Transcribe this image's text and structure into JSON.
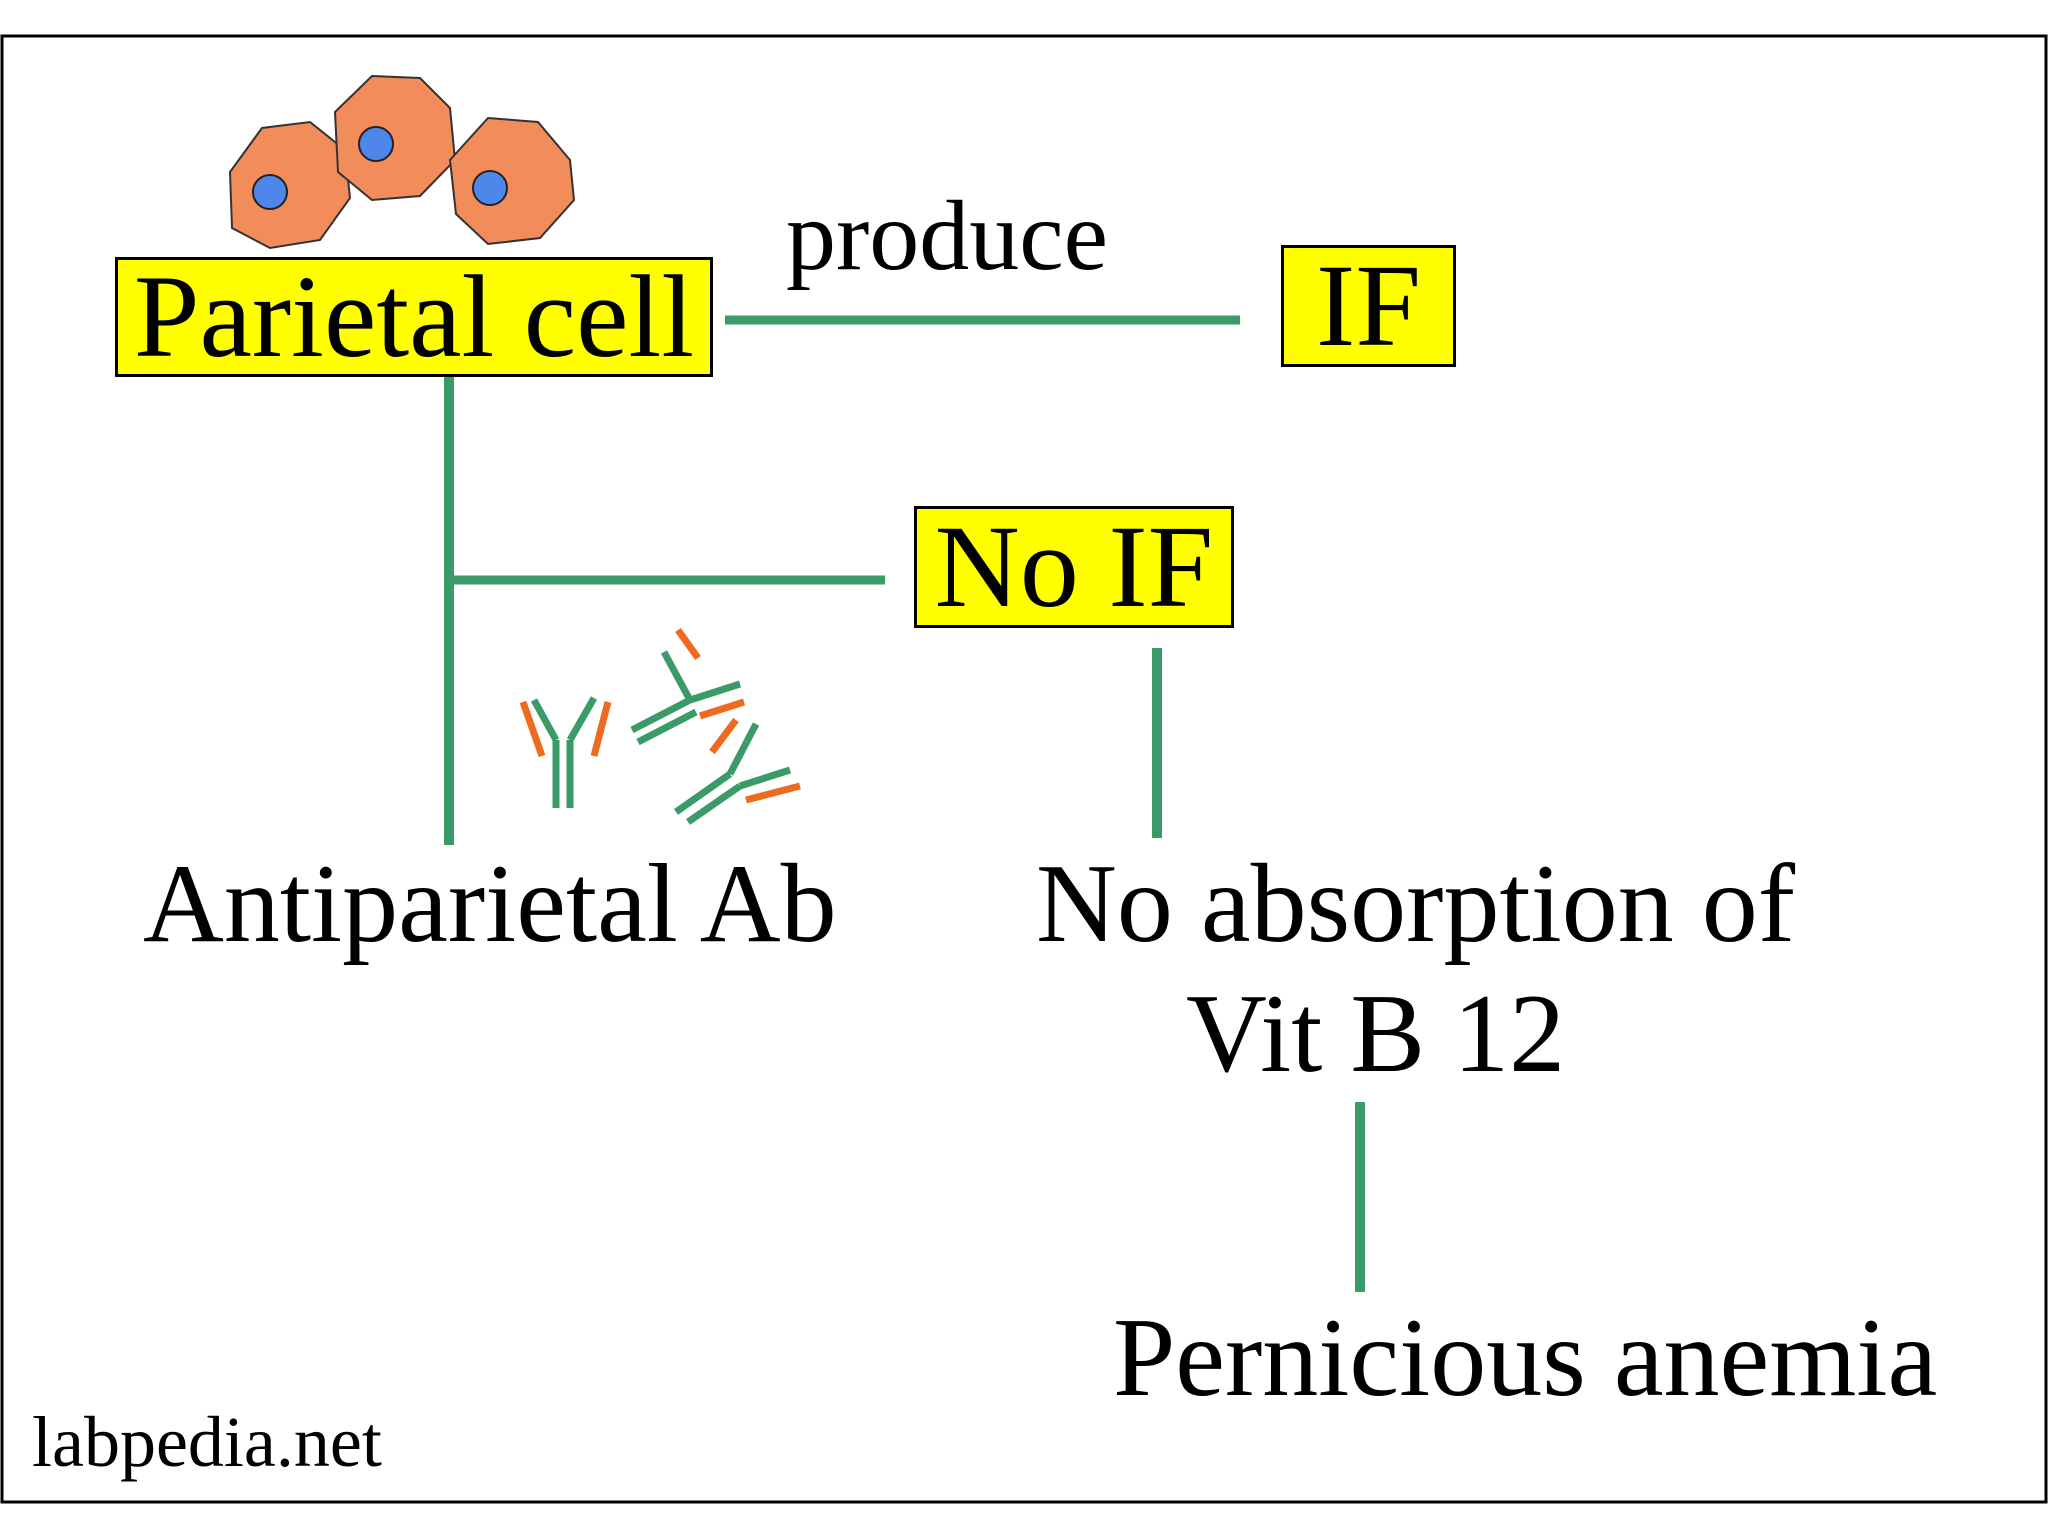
{
  "nodes": {
    "parietal_cell": "Parietal cell",
    "if": "IF",
    "no_if": "No IF",
    "antiparietal_ab": "Antiparietal Ab",
    "no_absorption_line1": "No absorption of",
    "no_absorption_line2": "Vit B 12",
    "pernicious_anemia": "Pernicious anemia"
  },
  "edges": {
    "produce": "produce"
  },
  "watermark": "labpedia.net",
  "colors": {
    "arrow": "#3a9a68",
    "box_fill": "#ffff00",
    "cell_fill": "#f28c5a",
    "nucleus_fill": "#4f86ea",
    "antibody_green": "#3a9a68",
    "antibody_orange": "#ee6a1f"
  },
  "icons": [
    "parietal-cells-illustration",
    "antibody-icons"
  ]
}
